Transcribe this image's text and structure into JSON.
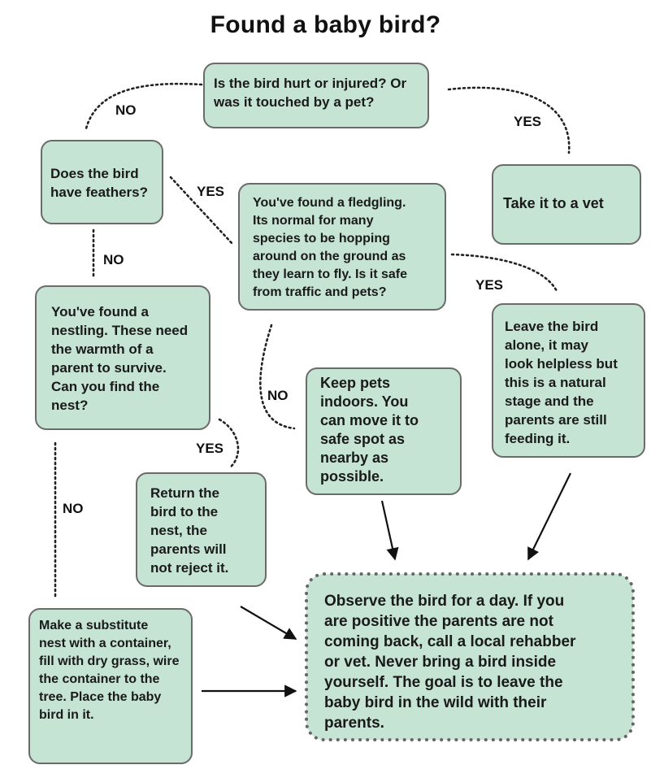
{
  "title": "Found a baby bird?",
  "nodes": {
    "hurt": "Is the bird hurt or injured? Or\nwas it touched by a pet?",
    "feathers": "Does the bird\nhave feathers?",
    "vet": "Take it to a vet",
    "fledgling": "You've found a fledgling.\nIts normal for many\nspecies to be hopping\naround on the ground as\nthey learn to fly. Is it safe\nfrom traffic and pets?",
    "nestling": "You've found a\nnestling. These need\nthe warmth of a\nparent to survive.\nCan you find the\nnest?",
    "keep_pets": "Keep pets\nindoors. You\ncan move it to\nsafe spot as\nnearby as\npossible.",
    "leave": "Leave the bird\nalone, it may\nlook helpless but\nthis is a natural\nstage and the\nparents are still\nfeeding it.",
    "return": "Return the\nbird to the\nnest, the\nparents will\nnot reject it.",
    "substitute": "Make a substitute\nnest with a container,\nfill with dry grass, wire\nthe container to the\ntree. Place the baby\nbird in it.",
    "observe": "Observe the bird for a day. If you\nare positive the parents are not\ncoming back, call a local rehabber\nor vet.   Never bring a bird inside\nyourself. The goal is to leave the\nbaby bird in the wild with their\nparents."
  },
  "labels": {
    "no_hurt": "NO",
    "yes_hurt": "YES",
    "yes_feathers": "YES",
    "no_feathers": "NO",
    "yes_fledgling": "YES",
    "no_fledgling": "NO",
    "yes_nestling": "YES",
    "no_nestling": "NO"
  },
  "colors": {
    "box_fill": "#c5e4d3",
    "box_border": "#6b6b6b",
    "connector": "#222222"
  }
}
